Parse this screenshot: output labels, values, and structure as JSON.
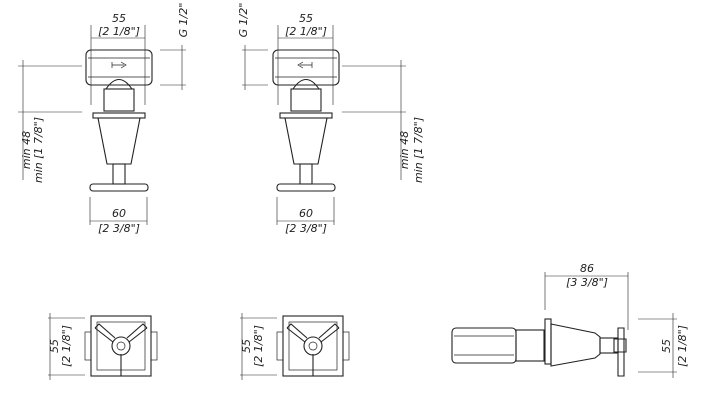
{
  "views": {
    "front_right_inlet": {
      "width_mm": "55",
      "width_in": "[2 1/8\"]",
      "thread": "G 1/2\"",
      "depth_mm": "min 48",
      "depth_in": "min [1 7/8\"]",
      "handle_mm": "60",
      "handle_in": "[2 3/8\"]"
    },
    "front_left_inlet": {
      "width_mm": "55",
      "width_in": "[2 1/8\"]",
      "thread": "G 1/2\"",
      "depth_mm": "min 48",
      "depth_in": "min [1 7/8\"]",
      "handle_mm": "60",
      "handle_in": "[2 3/8\"]"
    },
    "plan_1": {
      "height_mm": "55",
      "height_in": "[2 1/8\"]"
    },
    "plan_2": {
      "height_mm": "55",
      "height_in": "[2 1/8\"]"
    },
    "side": {
      "length_mm": "86",
      "length_in": "[3 3/8\"]",
      "height_mm": "55",
      "height_in": "[2 1/8\"]"
    }
  }
}
